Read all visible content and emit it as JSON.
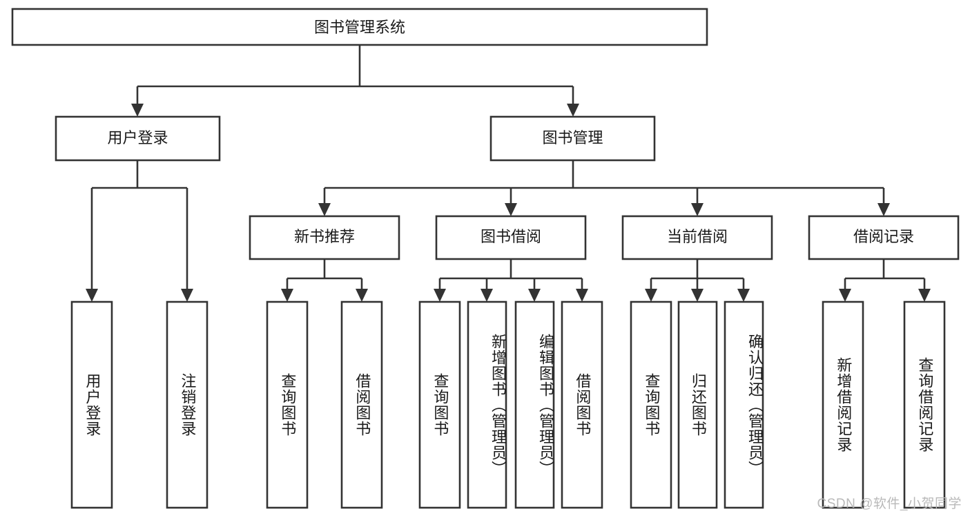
{
  "diagram": {
    "title": "图书管理系统",
    "type": "hierarchy-tree",
    "root": {
      "id": "root",
      "label": "图书管理系统",
      "orientation": "horizontal"
    },
    "level2": [
      {
        "id": "user-login",
        "label": "用户登录",
        "orientation": "horizontal"
      },
      {
        "id": "book-manage",
        "label": "图书管理",
        "orientation": "horizontal"
      }
    ],
    "level3": [
      {
        "id": "new-book-recommend",
        "label": "新书推荐",
        "parent": "book-manage",
        "orientation": "horizontal"
      },
      {
        "id": "book-borrow",
        "label": "图书借阅",
        "parent": "book-manage",
        "orientation": "horizontal"
      },
      {
        "id": "current-borrow",
        "label": "当前借阅",
        "parent": "book-manage",
        "orientation": "horizontal"
      },
      {
        "id": "borrow-record",
        "label": "借阅记录",
        "parent": "book-manage",
        "orientation": "horizontal"
      }
    ],
    "leaves": [
      {
        "id": "leaf-user-login",
        "label": "用户登录",
        "parent": "user-login",
        "orientation": "vertical"
      },
      {
        "id": "leaf-user-logout",
        "label": "注销登录",
        "parent": "user-login",
        "orientation": "vertical"
      },
      {
        "id": "leaf-query-book-1",
        "label": "查询图书",
        "parent": "new-book-recommend",
        "orientation": "vertical"
      },
      {
        "id": "leaf-borrow-book-1",
        "label": "借阅图书",
        "parent": "new-book-recommend",
        "orientation": "vertical"
      },
      {
        "id": "leaf-query-book-2",
        "label": "查询图书",
        "parent": "book-borrow",
        "orientation": "vertical"
      },
      {
        "id": "leaf-add-book",
        "label": "新增图书（管理员）",
        "parent": "book-borrow",
        "orientation": "vertical"
      },
      {
        "id": "leaf-edit-book",
        "label": "编辑图书（管理员）",
        "parent": "book-borrow",
        "orientation": "vertical"
      },
      {
        "id": "leaf-borrow-book-2",
        "label": "借阅图书",
        "parent": "book-borrow",
        "orientation": "vertical"
      },
      {
        "id": "leaf-query-book-3",
        "label": "查询图书",
        "parent": "current-borrow",
        "orientation": "vertical"
      },
      {
        "id": "leaf-return-book",
        "label": "归还图书",
        "parent": "current-borrow",
        "orientation": "vertical"
      },
      {
        "id": "leaf-confirm-return",
        "label": "确认归还（管理员）",
        "parent": "current-borrow",
        "orientation": "vertical"
      },
      {
        "id": "leaf-add-record",
        "label": "新增借阅记录",
        "parent": "borrow-record",
        "orientation": "vertical"
      },
      {
        "id": "leaf-query-record",
        "label": "查询借阅记录",
        "parent": "borrow-record",
        "orientation": "vertical"
      }
    ],
    "colors": {
      "stroke": "#333333",
      "fill": "#ffffff",
      "text": "#1a1a1a",
      "background": "#ffffff",
      "watermark": "#b9b9b9"
    }
  },
  "watermark": {
    "text": "CSDN @软件_小贺同学"
  }
}
